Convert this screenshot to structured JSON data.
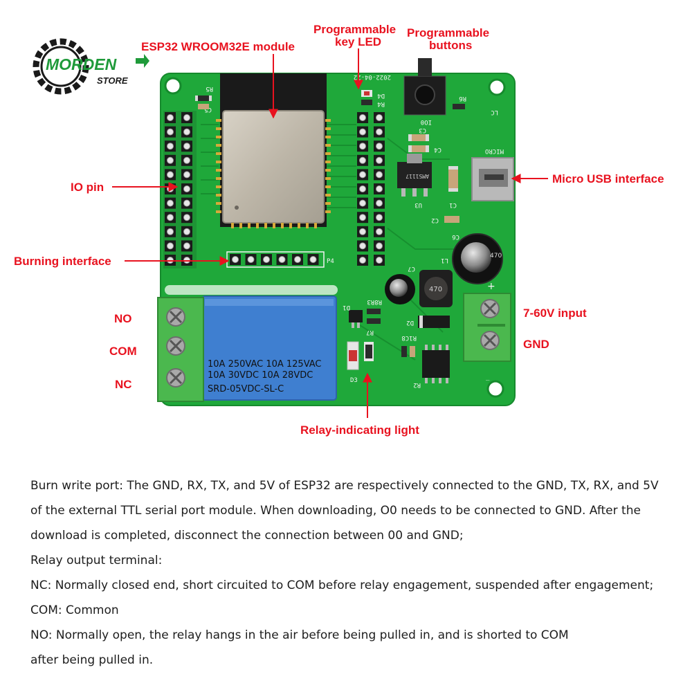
{
  "brand": {
    "top": "MORDEN",
    "bottom": "STORE"
  },
  "labels": {
    "esp32": "ESP32 WROOM32E module",
    "key_led": [
      "Programmable",
      "key LED"
    ],
    "buttons": [
      "Programmable",
      "buttons"
    ],
    "io_pin": "IO pin",
    "usb": "Micro USB interface",
    "burning": "Burning interface",
    "no": "NO",
    "com": "COM",
    "nc": "NC",
    "input": "7-60V input",
    "gnd": "GND",
    "relay_light": "Relay-indicating light"
  },
  "silkscreen": {
    "date": "2022-04-22",
    "r5": "R5",
    "c5": "C5",
    "d4": "D4",
    "r4": "R4",
    "r6": "R6",
    "lc": "LC",
    "io0": "IO0",
    "c3": "C3",
    "c4": "C4",
    "micro": "MICRO",
    "u3": "U3",
    "c1": "C1",
    "c2": "C2",
    "c6": "C6",
    "c7": "C7",
    "l1": "L1",
    "p4": "P4",
    "d1": "D1",
    "r8r3": "R8R3",
    "r7": "R7",
    "d2": "D2",
    "r1c8": "R1C8",
    "d3": "D3",
    "r2": "R2",
    "ams": "AMS1117",
    "l1val": "470",
    "c6val": "470"
  },
  "relay": {
    "line1": "10A 250VAC  10A 125VAC",
    "line2": "10A  30VDC  10A  28VDC",
    "line3": "SRD-05VDC-SL-C"
  },
  "description": [
    "Burn write port: The GND, RX, TX, and 5V of ESP32 are respectively connected to the GND, TX, RX, and 5V",
    "of the external TTL serial port module. When downloading, O0 needs to be connected to GND. After the",
    "download is completed, disconnect the connection between 00 and GND;",
    "Relay output terminal:",
    "NC: Normally closed end, short circuited to COM before relay engagement, suspended after engagement;",
    "COM: Common",
    "NO: Normally open, the relay hangs in the air before being pulled in, and is shorted to COM",
    "after being pulled in."
  ],
  "colors": {
    "pcb": "#1fa83a",
    "pcb_dark": "#168a2d",
    "label": "#e8121f",
    "relay": "#3f7fd0",
    "terminal": "#4bb84e"
  }
}
